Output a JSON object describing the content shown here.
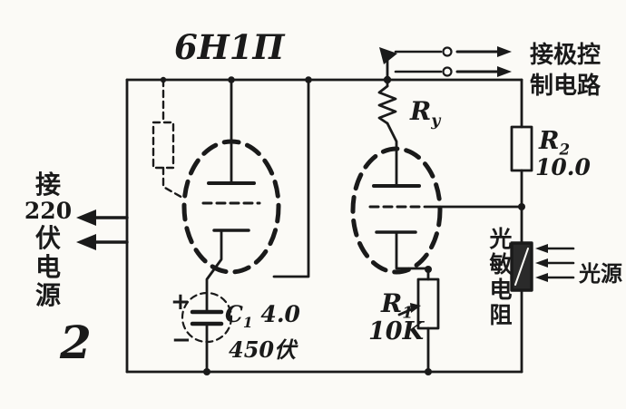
{
  "figure": {
    "number": "2",
    "tube_type": "6Н1П"
  },
  "labels": {
    "power_input": {
      "chars": [
        "接",
        "220",
        "伏",
        "电",
        "源"
      ]
    },
    "control_circuit": {
      "line1": "接极控",
      "line2": "制电路"
    },
    "photoresistor": "光敏电阻",
    "light_source": "光源"
  },
  "components": {
    "relay": {
      "symbol": "R",
      "sub": "y"
    },
    "r1": {
      "symbol": "R",
      "sub": "1",
      "value": "10K"
    },
    "r2": {
      "symbol": "R",
      "sub": "2",
      "value": "10.0"
    },
    "c1": {
      "symbol": "C",
      "sub": "1",
      "value": "4.0",
      "rating": "450伏",
      "plus": "+",
      "minus": "−"
    }
  },
  "colors": {
    "ink": "#1a1a1a",
    "paper": "#fbfaf6"
  }
}
